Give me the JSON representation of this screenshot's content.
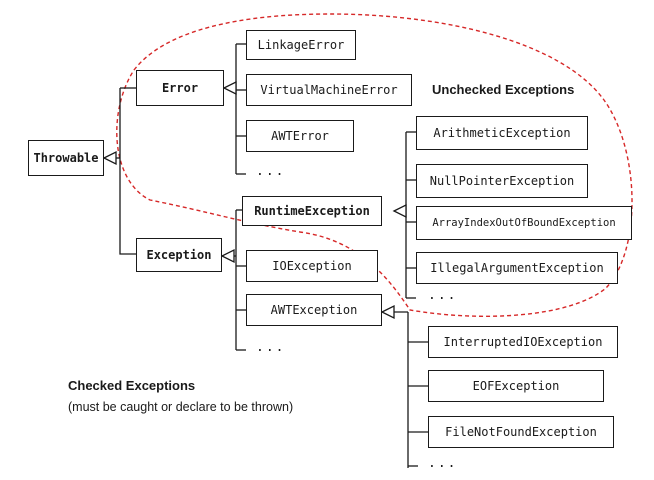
{
  "diagram": {
    "root": "Throwable",
    "error": {
      "name": "Error",
      "children": [
        "LinkageError",
        "VirtualMachineError",
        "AWTError"
      ],
      "more": "..."
    },
    "exception": {
      "name": "Exception",
      "children": [
        "RuntimeException",
        "IOException",
        "AWTException"
      ],
      "more": "..."
    },
    "runtime_exception": {
      "name": "RuntimeException",
      "children": [
        "ArithmeticException",
        "NullPointerException",
        "ArrayIndexOutOfBoundException",
        "IllegalArgumentException"
      ],
      "more": "..."
    },
    "awt_exception_children": {
      "children": [
        "InterruptedIOException",
        "EOFException",
        "FileNotFoundException"
      ],
      "more": "..."
    }
  },
  "labels": {
    "unchecked": "Unchecked Exceptions",
    "checked_title": "Checked Exceptions",
    "checked_sub": "(must be caught or declare to be thrown)"
  },
  "colors": {
    "line": "#1a1a1a",
    "unchecked_region": "#d62828"
  }
}
